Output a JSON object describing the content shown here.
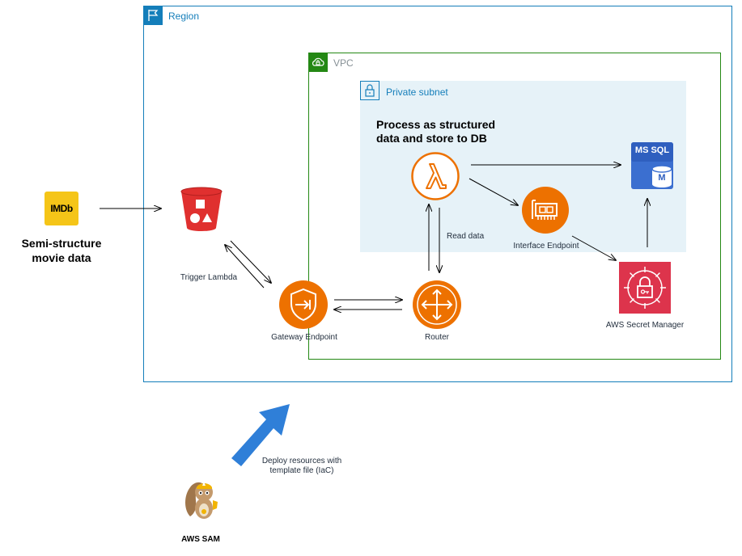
{
  "groups": {
    "region": "Region",
    "vpc": "VPC",
    "subnet": "Private subnet"
  },
  "imdb": {
    "logo_text": "IMDb",
    "label_line1": "Semi-structure",
    "label_line2": "movie data"
  },
  "process": {
    "line1": "Process as structured",
    "line2": "data and store to DB"
  },
  "labels": {
    "trigger_lambda": "Trigger Lambda",
    "gateway_endpoint": "Gateway Endpoint",
    "router": "Router",
    "read_data": "Read data",
    "interface_endpoint": "Interface Endpoint",
    "secret_manager": "AWS Secret Manager",
    "deploy_line1": "Deploy resources with",
    "deploy_line2": "template file (IaC)",
    "aws_sam": "AWS SAM"
  },
  "db": {
    "badge": "MS SQL",
    "letter": "M"
  },
  "colors": {
    "region_border": "#147eba",
    "vpc_border": "#248814",
    "subnet_fill": "#e6f2f8",
    "aws_orange": "#ed7100",
    "s3_red": "#e0302f",
    "secret_red": "#dd344c",
    "db_blue": "#3b6fd0",
    "deploy_arrow": "#2f7fd8",
    "imdb_yellow": "#f5c518"
  }
}
